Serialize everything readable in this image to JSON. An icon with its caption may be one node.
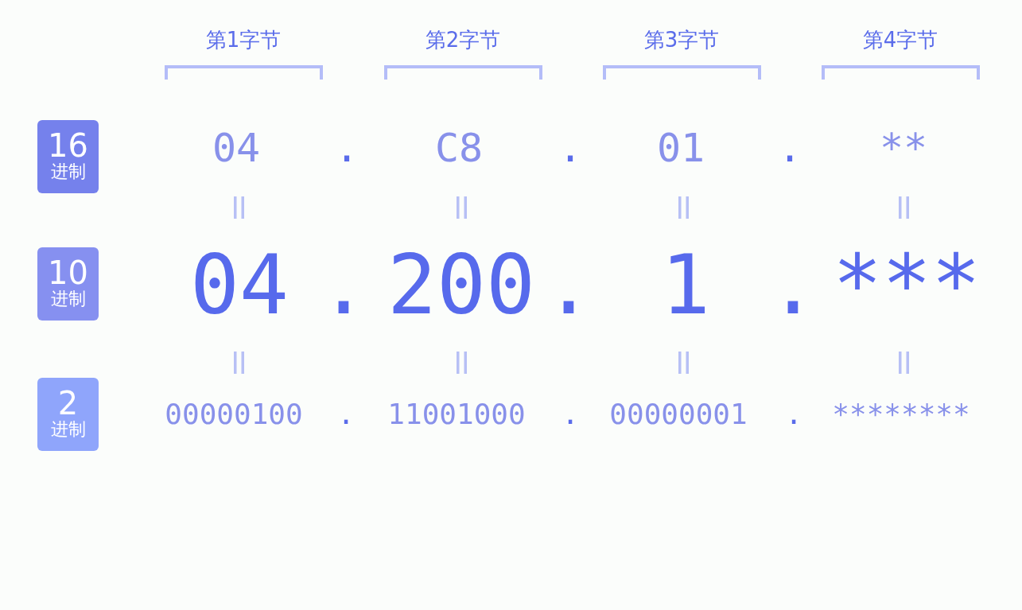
{
  "diagram": {
    "nodes": [
      {
        "text": [
          "16",
          "进制"
        ]
      },
      {
        "text": [
          "10",
          "进制"
        ]
      },
      {
        "text": [
          "2",
          "进制"
        ]
      }
    ],
    "labels": [
      "第1字节",
      "第2字节",
      "第3字节",
      "第4字节",
      "04",
      ".",
      "C8",
      ".",
      "01",
      ".",
      "**",
      "04",
      ".",
      "200",
      ".",
      "1",
      ".",
      "***",
      "00000100",
      ".",
      "11001000",
      ".",
      "00000001",
      ".",
      "********"
    ]
  }
}
